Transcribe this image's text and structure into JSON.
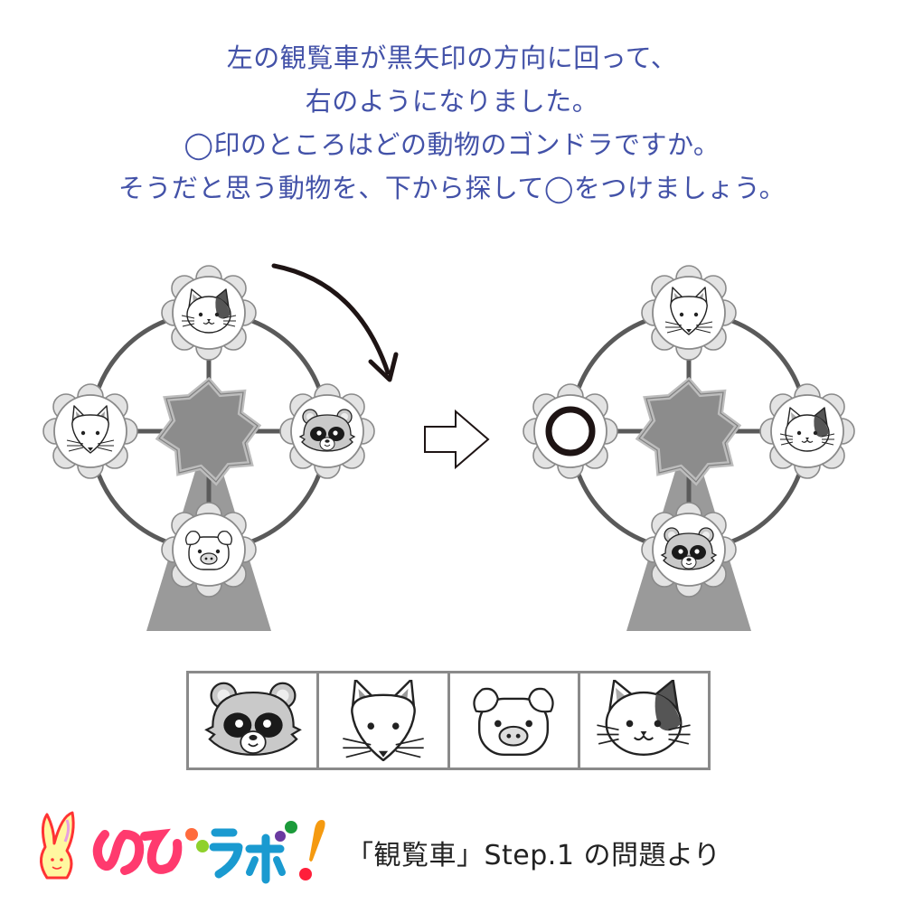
{
  "question": {
    "lines": [
      "左の観覧車が黒矢印の方向に回って、",
      "右のようになりました。",
      "◯印のところはどの動物のゴンドラですか。",
      "そうだと思う動物を、下から探して◯をつけましょう。"
    ],
    "color": "#4352a8"
  },
  "left_wheel": {
    "label": "before-rotation",
    "gondolas": {
      "top": "calico-cat",
      "right": "raccoon-dog",
      "bottom": "pig",
      "left": "fox"
    },
    "rotation_arrow": "clockwise-arrow"
  },
  "transition_arrow": "outline-right-arrow",
  "right_wheel": {
    "label": "after-rotation",
    "gondolas": {
      "top": "fox",
      "right": "calico-cat",
      "bottom": "raccoon-dog",
      "left": "circle-mark"
    }
  },
  "answer_choices": [
    {
      "animal": "raccoon-dog"
    },
    {
      "animal": "fox"
    },
    {
      "animal": "pig"
    },
    {
      "animal": "calico-cat"
    }
  ],
  "footer": {
    "logo_text": "のびラボ!",
    "source_text": "「観覧車」Step.1 の問題より"
  },
  "colors": {
    "wheel_gray": "#5a5a5a",
    "hub_fill": "#8c8c8c",
    "hub_border": "#bdbdbd",
    "base_fill": "#9a9a9a",
    "gondola_petal": "#e3e3e3",
    "gondola_outline": "#8a8a8a",
    "logo_pink": "#ff3a6e",
    "logo_blue": "#1a9ad0",
    "logo_orange": "#f59a10"
  }
}
